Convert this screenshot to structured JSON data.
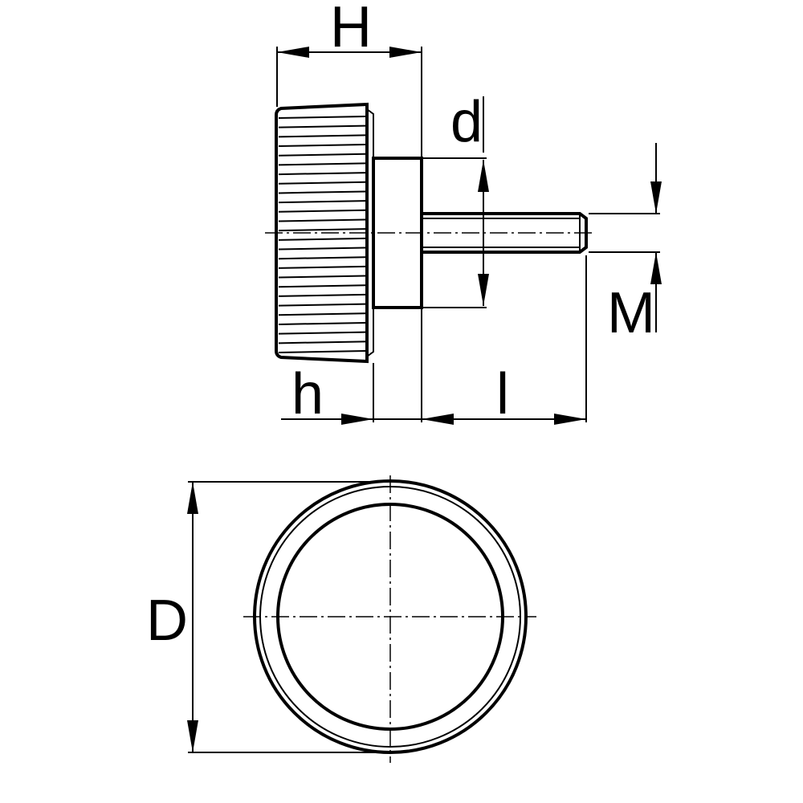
{
  "labels": {
    "H": "H",
    "d": "d",
    "M": "M",
    "h": "h",
    "l": "l",
    "D": "D"
  }
}
